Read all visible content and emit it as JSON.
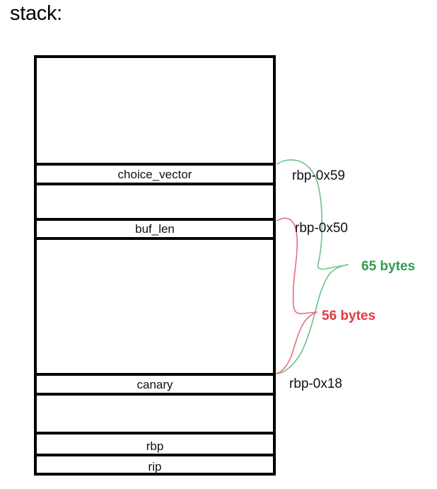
{
  "page": {
    "title": "stack:"
  },
  "colors": {
    "green": "#2e9d4f",
    "red": "#e03a3e",
    "outline": "#000000",
    "background": "#ffffff"
  },
  "diagram": {
    "name": "stack-layout-diagram",
    "rows": [
      {
        "label": "",
        "name": "stack-slot-empty-top"
      },
      {
        "label": "choice_vector",
        "name": "stack-slot-choice-vector"
      },
      {
        "label": "",
        "name": "stack-slot-gap-1"
      },
      {
        "label": "buf_len",
        "name": "stack-slot-buf-len"
      },
      {
        "label": "",
        "name": "stack-slot-gap-2"
      },
      {
        "label": "canary",
        "name": "stack-slot-canary"
      },
      {
        "label": "",
        "name": "stack-slot-gap-3"
      },
      {
        "label": "rbp",
        "name": "stack-slot-rbp"
      },
      {
        "label": "rip",
        "name": "stack-slot-rip"
      }
    ],
    "annotations": {
      "addr_top": "rbp-0x59",
      "addr_mid": "rbp-0x50",
      "addr_bottom": "rbp-0x18",
      "span_green": "65 bytes",
      "span_red": "56 bytes"
    }
  }
}
